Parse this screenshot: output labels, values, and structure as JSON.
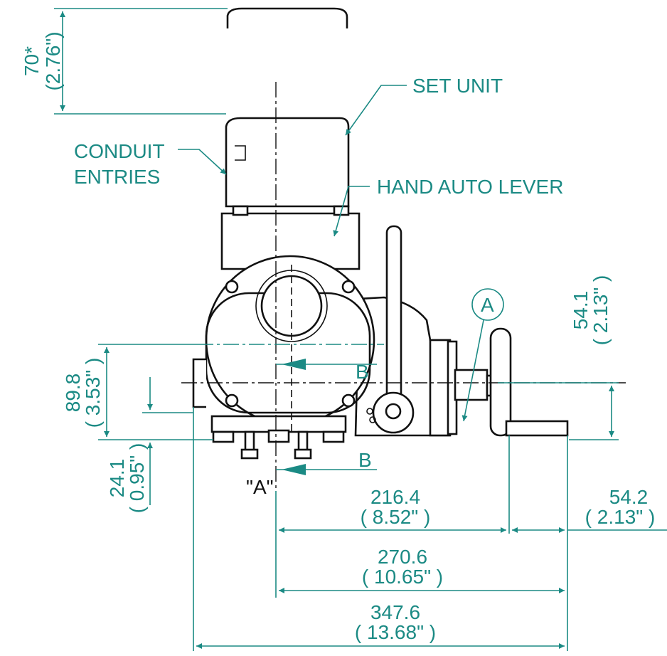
{
  "callouts": {
    "set_unit": "SET UNIT",
    "conduit_line1": "CONDUIT",
    "conduit_line2": "ENTRIES",
    "hand_auto_lever": "HAND AUTO LEVER",
    "detail_a": "A",
    "section_b_top": "B",
    "section_b_bottom": "B",
    "view_a": "\"A\""
  },
  "dimensions": {
    "clearance_top": {
      "mm": "70*",
      "inch": "(2.76\")"
    },
    "right_height": {
      "mm": "54.1",
      "inch": "( 2.13\" )"
    },
    "left_height": {
      "mm": "89.8",
      "inch": "( 3.53\" )"
    },
    "bottom_offset": {
      "mm": "24.1",
      "inch": "( 0.95\" )"
    },
    "width_handwheel": {
      "mm": "216.4",
      "inch": "( 8.52\" )"
    },
    "width_handle": {
      "mm": "54.2",
      "inch": "( 2.13\" )"
    },
    "width_center": {
      "mm": "270.6",
      "inch": "( 10.65\" )"
    },
    "width_overall": {
      "mm": "347.6",
      "inch": "( 13.68\" )"
    }
  },
  "colors": {
    "annotation": "#1b8a84",
    "outline": "#111111"
  }
}
